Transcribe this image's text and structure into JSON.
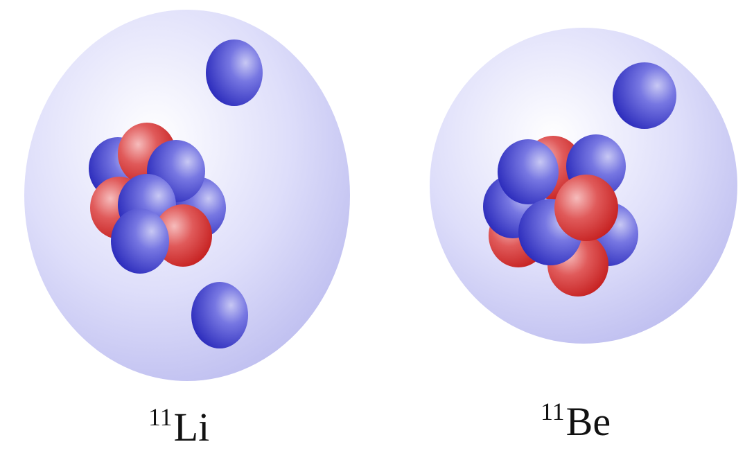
{
  "colors": {
    "background": "#ffffff",
    "halo": "#c9c9f4",
    "neutron": "#4747d6",
    "proton": "#e23838"
  },
  "nuclei": [
    {
      "id": "li11",
      "mass_number": "11",
      "symbol": "Li",
      "core_nucleons": [
        "neutron",
        "proton",
        "neutron",
        "proton",
        "neutron",
        "neutron",
        "neutron",
        "proton",
        "neutron"
      ],
      "halo_neutrons": 2
    },
    {
      "id": "be11",
      "mass_number": "11",
      "symbol": "Be",
      "core_nucleons": [
        "neutron",
        "proton",
        "neutron",
        "neutron",
        "proton",
        "proton",
        "neutron",
        "proton",
        "neutron",
        "neutron"
      ],
      "halo_neutrons": 1
    }
  ]
}
